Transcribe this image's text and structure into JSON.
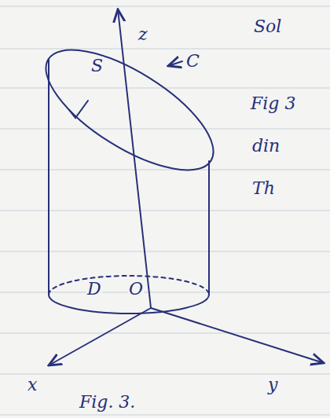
{
  "diagram": {
    "caption": "Fig. 3.",
    "labels": [
      "z",
      "S",
      "C",
      "D",
      "O",
      "x",
      "y",
      "Sol",
      "Fig 3",
      "din",
      "Th"
    ]
  }
}
